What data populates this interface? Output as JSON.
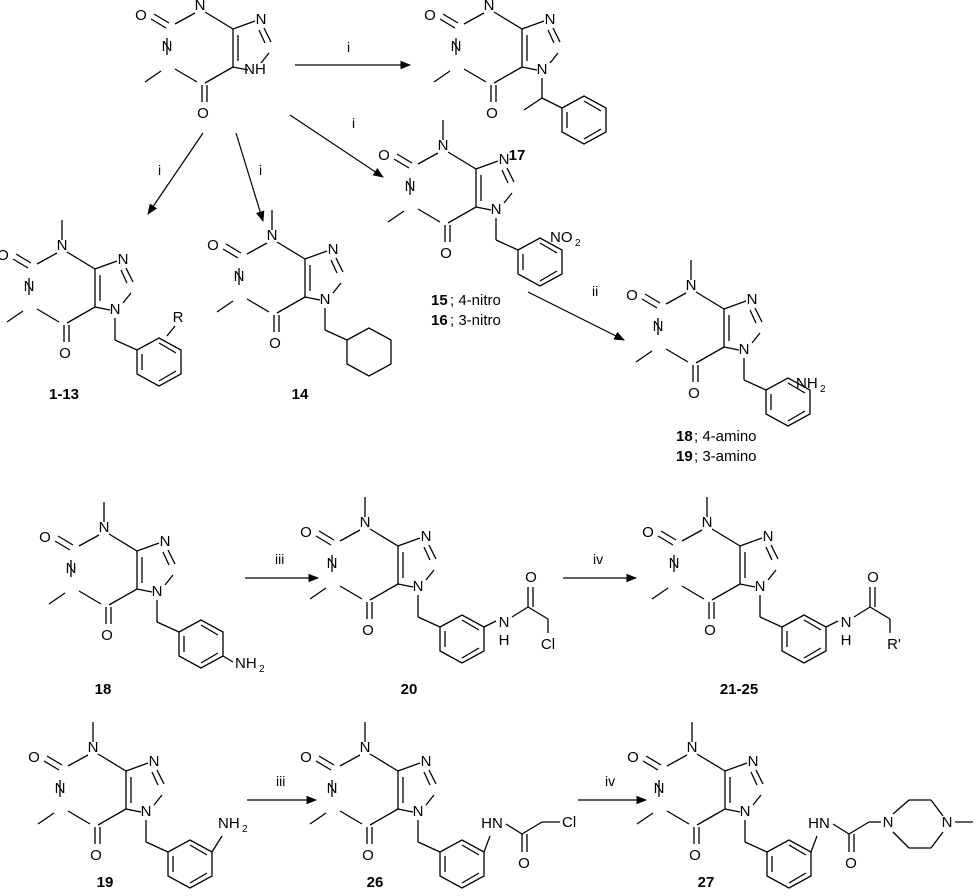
{
  "scheme": {
    "steps": [
      "i",
      "ii",
      "iii",
      "iv"
    ],
    "atoms": {
      "O": "O",
      "N": "N",
      "NH": "NH",
      "HN": "HN",
      "H": "H",
      "R": "R",
      "Rp": "R'",
      "Cl": "Cl",
      "NO2": "NO",
      "two": "2",
      "NH2": "NH",
      "N_methyl": "N"
    },
    "compounds": {
      "c1_13": "1-13",
      "c14": "14",
      "c15": "15",
      "c15_note": "; 4-nitro",
      "c16": "16",
      "c16_note": "; 3-nitro",
      "c17": "17",
      "c18": "18",
      "c18_note": "; 4-amino",
      "c19": "19",
      "c19_note": "; 3-amino",
      "c20": "20",
      "c21_25": "21-25",
      "c26": "26",
      "c27": "27"
    }
  }
}
